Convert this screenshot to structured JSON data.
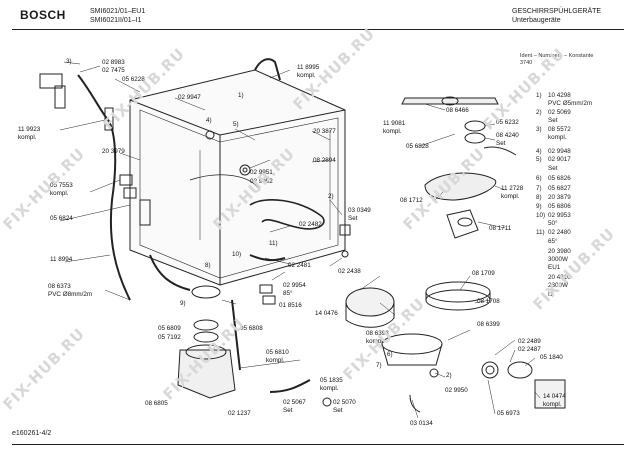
{
  "header": {
    "brand": "BOSCH",
    "model_1": "SMI6021/01–EU1",
    "model_2": "SMI6021II/01–I1",
    "title_1": "GESCHIRRSPÜHLGERÄTE",
    "title_2": "Unterbaugeräte",
    "ident_label": "Ident – Nummern – Konstante",
    "ident_value": "3740"
  },
  "footer": {
    "code": "e160261-4/2"
  },
  "watermark": "FIX-HUB.RU",
  "labels": [
    {
      "id": "l-3",
      "text": "3)"
    },
    {
      "id": "l-028983",
      "text": "02 8983"
    },
    {
      "id": "l-027475",
      "text": "02 7475"
    },
    {
      "id": "l-056228",
      "text": "05 6228"
    },
    {
      "id": "l-118995",
      "text": "11 8995"
    },
    {
      "id": "l-kompl-a",
      "text": "kompl."
    },
    {
      "id": "l-1",
      "text": "1)"
    },
    {
      "id": "l-029947",
      "text": "02 9947"
    },
    {
      "id": "l-4",
      "text": "4)"
    },
    {
      "id": "l-5",
      "text": "5)"
    },
    {
      "id": "l-119923",
      "text": "11 9923"
    },
    {
      "id": "l-kompl-b",
      "text": "kompl."
    },
    {
      "id": "l-203979",
      "text": "20 3979"
    },
    {
      "id": "l-203877",
      "text": "20 3877"
    },
    {
      "id": "l-082894",
      "text": "08 2894"
    },
    {
      "id": "l-029951",
      "text": "02 9951"
    },
    {
      "id": "l-029952",
      "text": "02 9952"
    },
    {
      "id": "l-057553",
      "text": "05 7553"
    },
    {
      "id": "l-kompl-c",
      "text": "kompl."
    },
    {
      "id": "l-056824",
      "text": "05 6824"
    },
    {
      "id": "l-2",
      "text": "2)"
    },
    {
      "id": "l-030349",
      "text": "03 0349"
    },
    {
      "id": "l-set-a",
      "text": "Set"
    },
    {
      "id": "l-022482",
      "text": "02 2482"
    },
    {
      "id": "l-11",
      "text": "11)"
    },
    {
      "id": "l-10",
      "text": "10)"
    },
    {
      "id": "l-118994",
      "text": "11 8994"
    },
    {
      "id": "l-8",
      "text": "8)"
    },
    {
      "id": "l-022481",
      "text": "02 2481"
    },
    {
      "id": "l-022438",
      "text": "02 2438"
    },
    {
      "id": "l-086373",
      "text": "08 6373"
    },
    {
      "id": "l-pvc8",
      "text": "PVC Ø8mm/2m"
    },
    {
      "id": "l-029954",
      "text": "02 9954"
    },
    {
      "id": "l-85",
      "text": "85°"
    },
    {
      "id": "l-018516",
      "text": "01 8516"
    },
    {
      "id": "l-9",
      "text": "9)"
    },
    {
      "id": "l-056809",
      "text": "05 6809"
    },
    {
      "id": "l-057192",
      "text": "05 7192"
    },
    {
      "id": "l-056808",
      "text": "05 6808"
    },
    {
      "id": "l-056810",
      "text": "05 6810"
    },
    {
      "id": "l-kompl-d",
      "text": "kompl."
    },
    {
      "id": "l-140476",
      "text": "14 0476"
    },
    {
      "id": "l-086398",
      "text": "08 6398"
    },
    {
      "id": "l-kompl-e",
      "text": "kompl."
    },
    {
      "id": "l-6",
      "text": "6)"
    },
    {
      "id": "l-7",
      "text": "7)"
    },
    {
      "id": "l-086805",
      "text": "08 6805"
    },
    {
      "id": "l-021237",
      "text": "02 1237"
    },
    {
      "id": "l-051835",
      "text": "05 1835"
    },
    {
      "id": "l-kompl-f",
      "text": "kompl."
    },
    {
      "id": "l-025067",
      "text": "02 5067"
    },
    {
      "id": "l-set-b",
      "text": "Set"
    },
    {
      "id": "l-025070",
      "text": "02 5070"
    },
    {
      "id": "l-set-c",
      "text": "Set"
    },
    {
      "id": "l-119081",
      "text": "11 9081"
    },
    {
      "id": "l-kompl-g",
      "text": "kompl."
    },
    {
      "id": "l-086466",
      "text": "08 6466"
    },
    {
      "id": "l-056232",
      "text": "05 6232"
    },
    {
      "id": "l-056828",
      "text": "05 6828"
    },
    {
      "id": "l-084240",
      "text": "08 4240"
    },
    {
      "id": "l-set-d",
      "text": "Set"
    },
    {
      "id": "l-081712",
      "text": "08 1712"
    },
    {
      "id": "l-112728",
      "text": "11 2728"
    },
    {
      "id": "l-kompl-h",
      "text": "kompl."
    },
    {
      "id": "l-081711",
      "text": "08 1711"
    },
    {
      "id": "l-081709",
      "text": "08 1709"
    },
    {
      "id": "l-081708",
      "text": "08 1708"
    },
    {
      "id": "l-086399",
      "text": "08 6399"
    },
    {
      "id": "l-022489",
      "text": "02 2489"
    },
    {
      "id": "l-022487",
      "text": "02 2487"
    },
    {
      "id": "l-051840",
      "text": "05 1840"
    },
    {
      "id": "l-2b",
      "text": "2)"
    },
    {
      "id": "l-029950",
      "text": "02 9950"
    },
    {
      "id": "l-140474",
      "text": "14 0474"
    },
    {
      "id": "l-kompl-i",
      "text": "kompl."
    },
    {
      "id": "l-056973",
      "text": "05 6973"
    },
    {
      "id": "l-030134",
      "text": "03 0134"
    }
  ],
  "legend": [
    {
      "ref": "1)",
      "text": "10 4298"
    },
    {
      "ref": "",
      "text": "PVC Ø5mm/2m"
    },
    {
      "ref": "2)",
      "text": "02 5069"
    },
    {
      "ref": "",
      "text": "Set"
    },
    {
      "ref": "3)",
      "text": "08 5572"
    },
    {
      "ref": "",
      "text": "kompl."
    },
    {
      "ref": "4)",
      "text": "02 9948"
    },
    {
      "ref": "5)",
      "text": "02 9017"
    },
    {
      "ref": "",
      "text": "Set"
    },
    {
      "ref": "6)",
      "text": "05 6826"
    },
    {
      "ref": "7)",
      "text": "05 6827"
    },
    {
      "ref": "8)",
      "text": "20 3879"
    },
    {
      "ref": "9)",
      "text": "05 6806"
    },
    {
      "ref": "10)",
      "text": "02 9953"
    },
    {
      "ref": "",
      "text": "50°"
    },
    {
      "ref": "11)",
      "text": "02 2480"
    },
    {
      "ref": "",
      "text": "65°"
    },
    {
      "ref": "",
      "text": "20 3980"
    },
    {
      "ref": "",
      "text": "3000W"
    },
    {
      "ref": "",
      "text": "EU1"
    },
    {
      "ref": "",
      "text": "20 4210"
    },
    {
      "ref": "",
      "text": "2300W"
    },
    {
      "ref": "",
      "text": "I1"
    }
  ]
}
